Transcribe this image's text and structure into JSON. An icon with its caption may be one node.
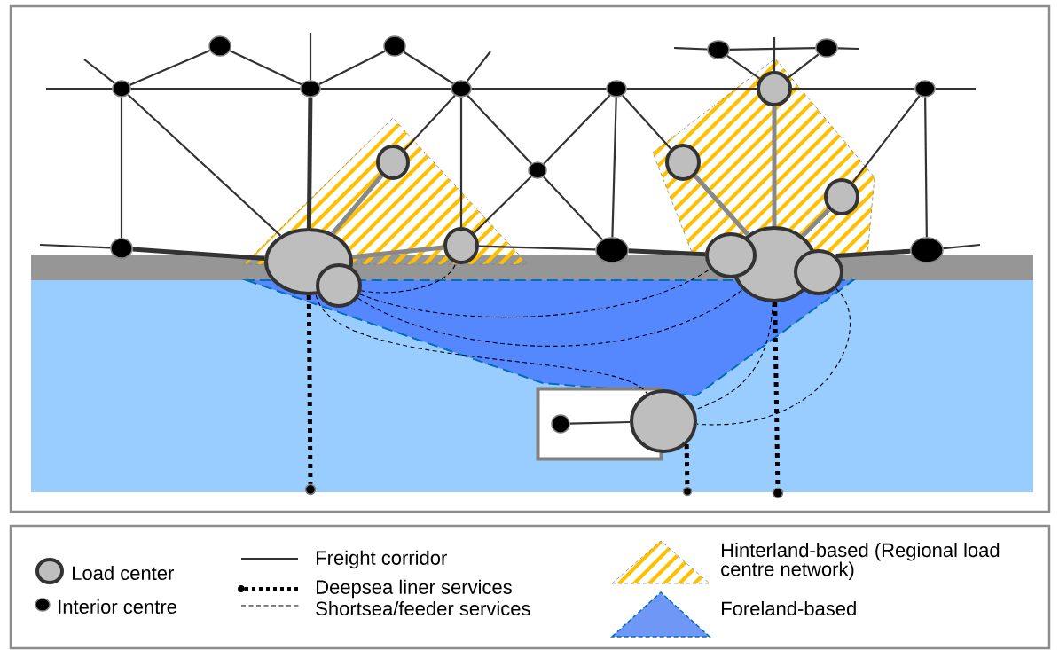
{
  "diagram": {
    "nodes": [
      {
        "text": [],
        "shape": "circle"
      },
      {
        "text": [],
        "shape": "circle"
      },
      {
        "text": [],
        "shape": "circle"
      },
      {
        "text": [],
        "shape": "circle"
      },
      {
        "text": [],
        "shape": "circle"
      },
      {
        "text": [],
        "shape": "circle"
      },
      {
        "text": [],
        "shape": "circle"
      },
      {
        "text": [],
        "shape": "circle"
      },
      {
        "text": [],
        "shape": "circle"
      },
      {
        "text": [],
        "shape": "circle"
      },
      {
        "text": [],
        "shape": "circle"
      },
      {
        "text": [],
        "shape": "circle"
      },
      {
        "text": [],
        "shape": "circle"
      },
      {
        "text": [],
        "shape": "circle"
      },
      {
        "text": [],
        "shape": "circle"
      },
      {
        "text": [],
        "shape": "circle"
      },
      {
        "text": [],
        "shape": "circle"
      },
      {
        "text": [],
        "shape": "circle"
      },
      {
        "text": [],
        "shape": "circle"
      },
      {
        "text": [],
        "shape": "circle"
      },
      {
        "text": [],
        "shape": "circle"
      },
      {
        "text": [],
        "shape": "circle"
      },
      {
        "text": [],
        "shape": "circle"
      },
      {
        "text": [],
        "shape": "box"
      },
      {
        "text": [],
        "shape": "circle",
        "in": 23
      },
      {
        "text": [],
        "shape": "circle"
      },
      {
        "text": [],
        "shape": "circle"
      },
      {
        "text": [],
        "shape": "circle"
      },
      {
        "text": [],
        "shape": "circle"
      }
    ],
    "edges": [
      {
        "from": null,
        "to": 0,
        "arrow": "none"
      },
      {
        "from": 0,
        "to": 2,
        "arrow": "none"
      },
      {
        "from": 2,
        "to": 4,
        "arrow": "none"
      },
      {
        "from": 4,
        "to": 6,
        "arrow": "none"
      },
      {
        "from": 6,
        "to": 10,
        "arrow": "none"
      },
      {
        "from": 10,
        "to": 7,
        "arrow": "none"
      },
      {
        "from": 7,
        "to": null,
        "arrow": "none"
      },
      {
        "from": 0,
        "to": 1,
        "arrow": "none"
      },
      {
        "from": 1,
        "to": 2,
        "arrow": "none"
      },
      {
        "from": 2,
        "to": 3,
        "arrow": "none"
      },
      {
        "from": 3,
        "to": 4,
        "arrow": "none"
      },
      {
        "from": null,
        "to": 0,
        "arrow": "none"
      },
      {
        "from": null,
        "to": 2,
        "arrow": "none"
      },
      {
        "from": 4,
        "to": null,
        "arrow": "none"
      },
      {
        "from": 0,
        "to": 15,
        "arrow": "none"
      },
      {
        "from": 0,
        "to": 18,
        "arrow": "none"
      },
      {
        "from": 2,
        "to": 18,
        "arrow": "none",
        "style": "thick"
      },
      {
        "from": 4,
        "to": 12,
        "arrow": "none"
      },
      {
        "from": 4,
        "to": 5,
        "arrow": "none"
      },
      {
        "from": 5,
        "to": 16,
        "arrow": "none"
      },
      {
        "from": 6,
        "to": 5,
        "arrow": "none"
      },
      {
        "from": 5,
        "to": 12,
        "arrow": "none"
      },
      {
        "from": 11,
        "to": 4,
        "arrow": "none"
      },
      {
        "from": 11,
        "to": 18,
        "arrow": "none",
        "style": "thick",
        "color": "#888888"
      },
      {
        "from": 12,
        "to": 18,
        "arrow": "none",
        "style": "thick",
        "color": "#888888"
      },
      {
        "from": 6,
        "to": 16,
        "arrow": "none"
      },
      {
        "from": 6,
        "to": 13,
        "arrow": "none"
      },
      {
        "from": 13,
        "to": 20,
        "arrow": "none",
        "style": "thick",
        "color": "#888888"
      },
      {
        "from": 10,
        "to": 20,
        "arrow": "none",
        "style": "thick",
        "color": "#888888"
      },
      {
        "from": 14,
        "to": 20,
        "arrow": "none",
        "style": "thick",
        "color": "#888888"
      },
      {
        "from": 14,
        "to": 7,
        "arrow": "none"
      },
      {
        "from": 7,
        "to": 17,
        "arrow": "none"
      },
      {
        "from": 10,
        "to": 8,
        "arrow": "none"
      },
      {
        "from": 10,
        "to": 9,
        "arrow": "none"
      },
      {
        "from": null,
        "to": 8,
        "arrow": "none"
      },
      {
        "from": 8,
        "to": 9,
        "arrow": "none"
      },
      {
        "from": 9,
        "to": null,
        "arrow": "none"
      },
      {
        "from": 10,
        "to": null,
        "arrow": "none"
      },
      {
        "from": null,
        "to": 15,
        "arrow": "none"
      },
      {
        "from": 15,
        "to": 18,
        "arrow": "none",
        "style": "thick"
      },
      {
        "from": 12,
        "to": 16,
        "arrow": "none"
      },
      {
        "from": 16,
        "to": 21,
        "arrow": "none",
        "style": "thick"
      },
      {
        "from": 22,
        "to": 17,
        "arrow": "none",
        "style": "thick"
      },
      {
        "from": 17,
        "to": null,
        "arrow": "none"
      },
      {
        "from": 24,
        "to": 25,
        "arrow": "none"
      },
      {
        "from": 18,
        "to": 26,
        "arrow": "none",
        "style": "dashed",
        "color": "#000000"
      },
      {
        "from": 25,
        "to": 27,
        "arrow": "none",
        "style": "dashed",
        "color": "#000000"
      },
      {
        "from": 20,
        "to": 28,
        "arrow": "none",
        "style": "dashed",
        "color": "#000000"
      },
      {
        "from": 19,
        "to": 12,
        "arrow": "none",
        "style": "dashed"
      },
      {
        "from": 19,
        "to": 21,
        "arrow": "none",
        "style": "dashed"
      },
      {
        "from": 19,
        "to": 20,
        "arrow": "none",
        "style": "dashed"
      },
      {
        "from": 18,
        "to": 25,
        "arrow": "none",
        "style": "dashed"
      },
      {
        "from": 20,
        "to": 25,
        "arrow": "none",
        "style": "dashed"
      },
      {
        "from": 22,
        "to": 25,
        "arrow": "none",
        "style": "dashed"
      }
    ],
    "legend": [
      {
        "text": "Load center"
      },
      {
        "text": "Interior centre"
      },
      {
        "text": "Freight corridor"
      },
      {
        "text": "Deepsea liner services"
      },
      {
        "text": "Shortsea/feeder services"
      },
      {
        "text": "Hinterland-based (Regional load centre network)"
      },
      {
        "text": "Foreland-based",
        "color": "#6f97f5"
      }
    ]
  }
}
